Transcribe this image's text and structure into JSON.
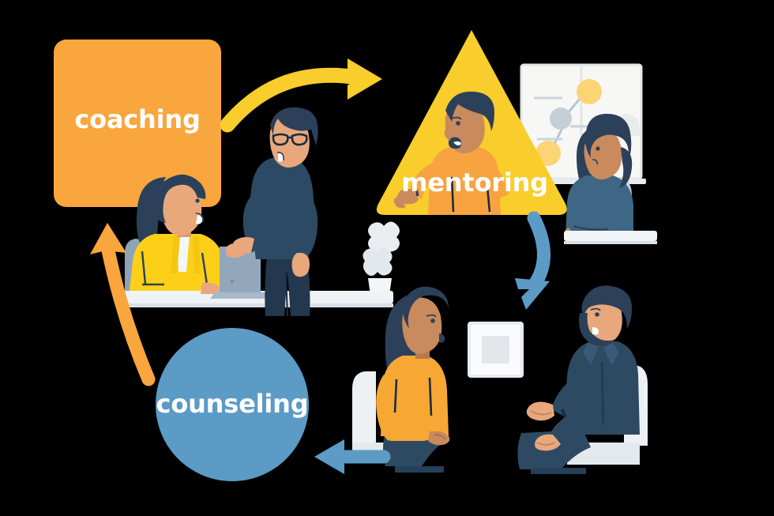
{
  "illustration": {
    "title": "coaching mentoring counseling cycle",
    "background_color": "#000000"
  },
  "shapes": [
    {
      "id": "coaching",
      "label": "coaching",
      "form": "rounded-square",
      "color": "#F9A63E",
      "text_color": "#FFFFFF"
    },
    {
      "id": "mentoring",
      "label": "mentoring",
      "form": "rounded-triangle",
      "color": "#F9CD2B",
      "text_color": "#FFFFFF"
    },
    {
      "id": "counseling",
      "label": "counseling",
      "form": "circle",
      "color": "#5B9BC6",
      "text_color": "#FFFFFF"
    }
  ],
  "arrows": [
    {
      "id": "coaching-to-mentoring",
      "direction": "right",
      "color": "#F9CD2B",
      "from": "coaching",
      "to": "mentoring"
    },
    {
      "id": "mentoring-to-counseling",
      "direction": "down",
      "color": "#5B9BC6",
      "from": "mentoring",
      "to": "counseling"
    },
    {
      "id": "scene-to-counseling",
      "direction": "left",
      "color": "#5B9BC6",
      "from": "counseling-scene",
      "to": "counseling"
    },
    {
      "id": "counseling-to-coaching",
      "direction": "up",
      "color": "#F9A63E",
      "from": "counseling",
      "to": "coaching"
    }
  ],
  "scenes": {
    "coaching": {
      "name": "coaching-scene",
      "people": [
        {
          "role": "seated-woman-yellow-jacket",
          "clothing_color": "#FBD017",
          "hair_color": "#2C4059",
          "skin_color": "#E8A87C"
        },
        {
          "role": "standing-man-glasses",
          "clothing_color": "#2C4059",
          "hair_color": "#2C4059",
          "skin_color": "#E8A87C"
        }
      ],
      "objects": [
        "laptop",
        "desk",
        "potted-plant"
      ]
    },
    "mentoring": {
      "name": "mentoring-scene",
      "people": [
        {
          "role": "man-orange-sweater",
          "clothing_color": "#F7A440",
          "hair_color": "#2C4059",
          "skin_color": "#C98A5E"
        },
        {
          "role": "seated-woman-blue-top",
          "clothing_color": "#3E6685",
          "hair_color": "#2C4059",
          "skin_color": "#C98A5E"
        }
      ],
      "objects": [
        "whiteboard-network-diagram",
        "window",
        "desk"
      ]
    },
    "counseling": {
      "name": "counseling-scene",
      "people": [
        {
          "role": "seated-woman-orange-top",
          "clothing_color": "#F7A834",
          "hair_color": "#2C4059",
          "skin_color": "#C98A5E"
        },
        {
          "role": "seated-bearded-man",
          "clothing_color": "#2E4A63",
          "hair_color": "#2C4059",
          "skin_color": "#E8A87C"
        }
      ],
      "objects": [
        "framed-picture",
        "armchair-left",
        "armchair-right"
      ]
    }
  }
}
